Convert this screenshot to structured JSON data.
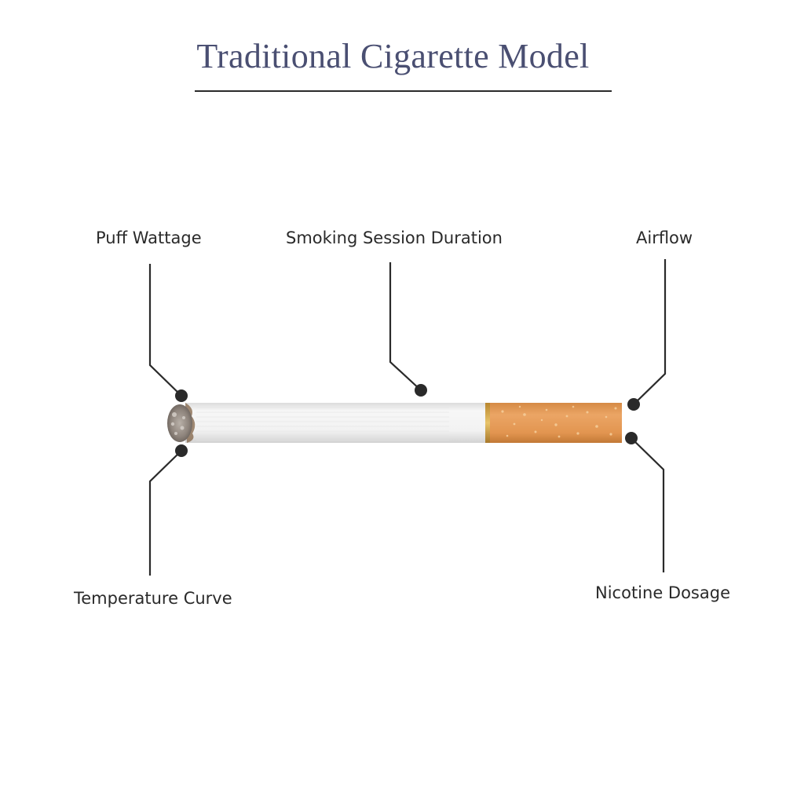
{
  "title": "Traditional Cigarette Model",
  "labels": {
    "puff_wattage": "Puff Wattage",
    "smoking_session_duration": "Smoking Session Duration",
    "airflow": "Airflow",
    "temperature_curve": "Temperature Curve",
    "nicotine_dosage": "Nicotine Dosage"
  },
  "colors": {
    "title": "#4a4f72",
    "line": "#2a2a2a",
    "paper": "#f4f4f4",
    "filter": "#e0954f",
    "ash": "#9a8f86"
  },
  "icons": {
    "cigarette": "cigarette-illustration"
  }
}
